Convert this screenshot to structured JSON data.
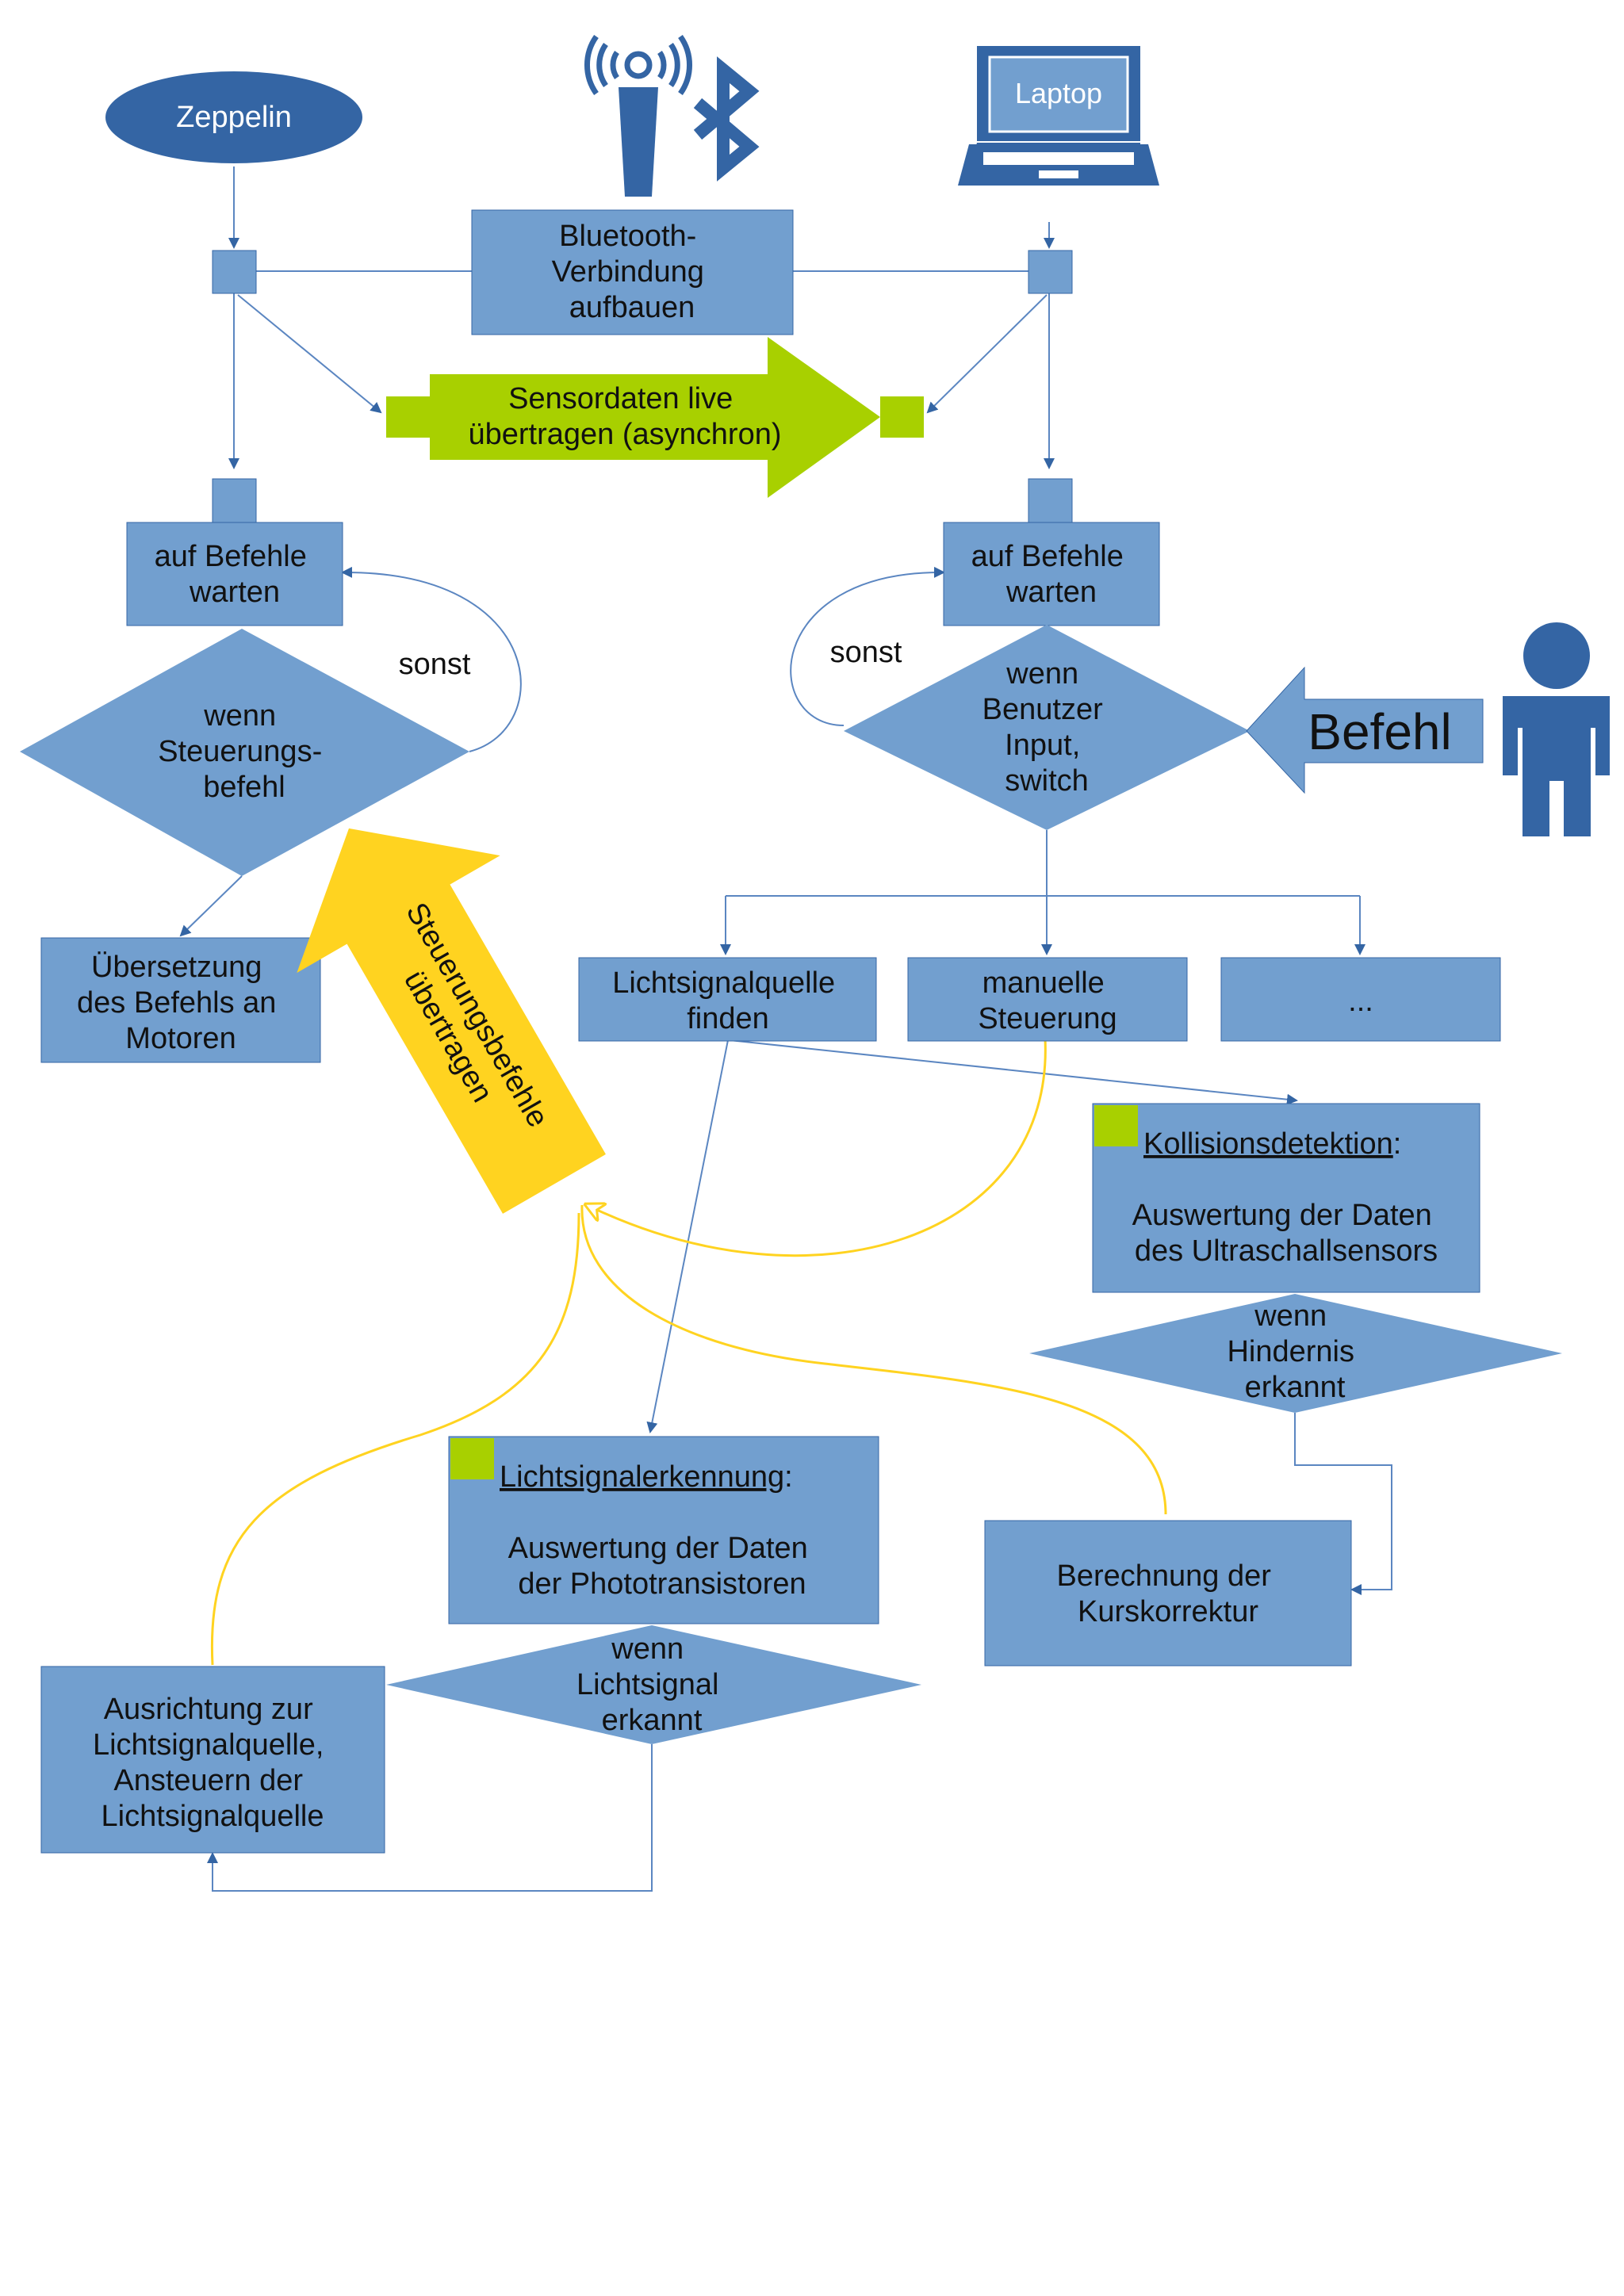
{
  "colors": {
    "box": "#729fcf",
    "box_border": "#3465a4",
    "dark": "#3465a4",
    "green": "#a8d000",
    "yellow": "#ffd320",
    "connector": "#5b86c1"
  },
  "nodes": {
    "zeppelin": "Zeppelin",
    "laptop": "Laptop",
    "bluetooth": [
      "Bluetooth-",
      "Verbindung",
      "aufbauen"
    ],
    "sensordaten": [
      "Sensordaten live",
      "übertragen (asynchron)"
    ],
    "wait_left": [
      "auf Befehle",
      "warten"
    ],
    "wait_right": [
      "auf Befehle",
      "warten"
    ],
    "sonst_left": "sonst",
    "sonst_right": "sonst",
    "decision_left": [
      "wenn",
      "Steuerungs-",
      "befehl"
    ],
    "decision_right": [
      "wenn",
      "Benutzer",
      "Input,",
      "switch"
    ],
    "befehl": "Befehl",
    "uebersetzung": [
      "Übersetzung",
      "des Befehls an",
      "Motoren"
    ],
    "steuerungsbefehle": [
      "Steuerungsbefehle",
      "übertragen"
    ],
    "lichtquelle": [
      "Lichtsignalquelle",
      "finden"
    ],
    "manuell": [
      "manuelle",
      "Steuerung"
    ],
    "dots": "...",
    "kollision_title": "Kollisionsdetektion",
    "kollision_colon": ":",
    "kollision_body": [
      "Auswertung der Daten",
      "des Ultraschallsensors"
    ],
    "hindernis": [
      "wenn",
      "Hindernis",
      "erkannt"
    ],
    "licht_title": "Lichtsignalerkennung",
    "licht_colon": ":",
    "licht_body": [
      "Auswertung der Daten",
      "der Phototransistoren"
    ],
    "lichtsignal_dec": [
      "wenn",
      "Lichtsignal",
      "erkannt"
    ],
    "kurs": [
      "Berechnung der",
      "Kurskorrektur"
    ],
    "ausrichtung": [
      "Ausrichtung zur",
      "Lichtsignalquelle,",
      "Ansteuern der",
      "Lichtsignalquelle"
    ]
  },
  "icons": [
    "bluetooth-icon",
    "antenna-icon",
    "laptop-icon",
    "person-icon"
  ]
}
